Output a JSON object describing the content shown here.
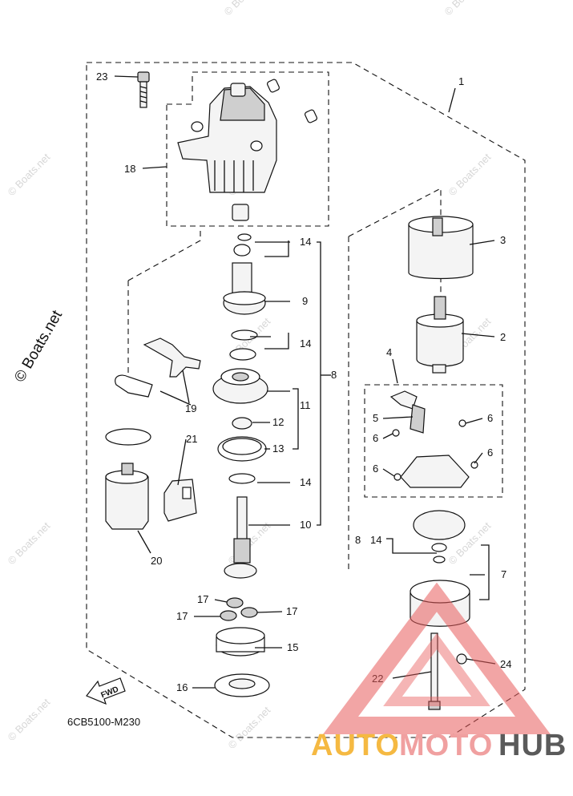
{
  "diagram_code": "6CB5100-M230",
  "fwd_label": "FWD",
  "watermark": "© Boats.net",
  "logo": {
    "part1": "AUTO",
    "part2": "MOTO",
    "part3": "HUB"
  },
  "labels": {
    "p1": "1",
    "p2": "2",
    "p3": "3",
    "p4": "4",
    "p5": "5",
    "p6a": "6",
    "p6b": "6",
    "p6c": "6",
    "p6d": "6",
    "p7": "7",
    "p8a": "8",
    "p8b": "8",
    "p9": "9",
    "p10": "10",
    "p11": "11",
    "p12": "12",
    "p13": "13",
    "p14a": "14",
    "p14b": "14",
    "p14c": "14",
    "p14d": "14",
    "p15": "15",
    "p16": "16",
    "p17a": "17",
    "p17b": "17",
    "p17c": "17",
    "p18": "18",
    "p19": "19",
    "p20": "20",
    "p21": "21",
    "p22": "22",
    "p23": "23",
    "p24": "24"
  }
}
